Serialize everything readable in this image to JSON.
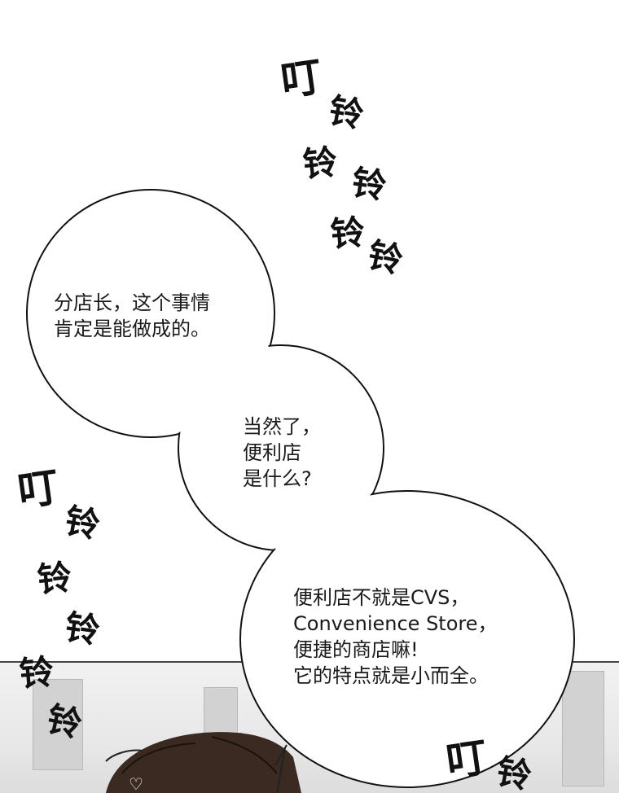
{
  "bubbles": {
    "first": {
      "line1": "分店长，这个事情",
      "line2": "肯定是能做成的。"
    },
    "second": {
      "line1": "当然了，",
      "line2": "便利店",
      "line3": "是什么?"
    },
    "third": {
      "line1": "便利店不就是CVS，",
      "line2": "Convenience Store，",
      "line3": "便捷的商店嘛!",
      "line4": "它的特点就是小而全。"
    }
  },
  "sfx": {
    "ding": "叮",
    "ling": "铃"
  },
  "colors": {
    "ink": "#111111",
    "bubble_fill": "#ffffff",
    "scene_gray": "#e8e8e8",
    "hair": "#3b2a22"
  }
}
